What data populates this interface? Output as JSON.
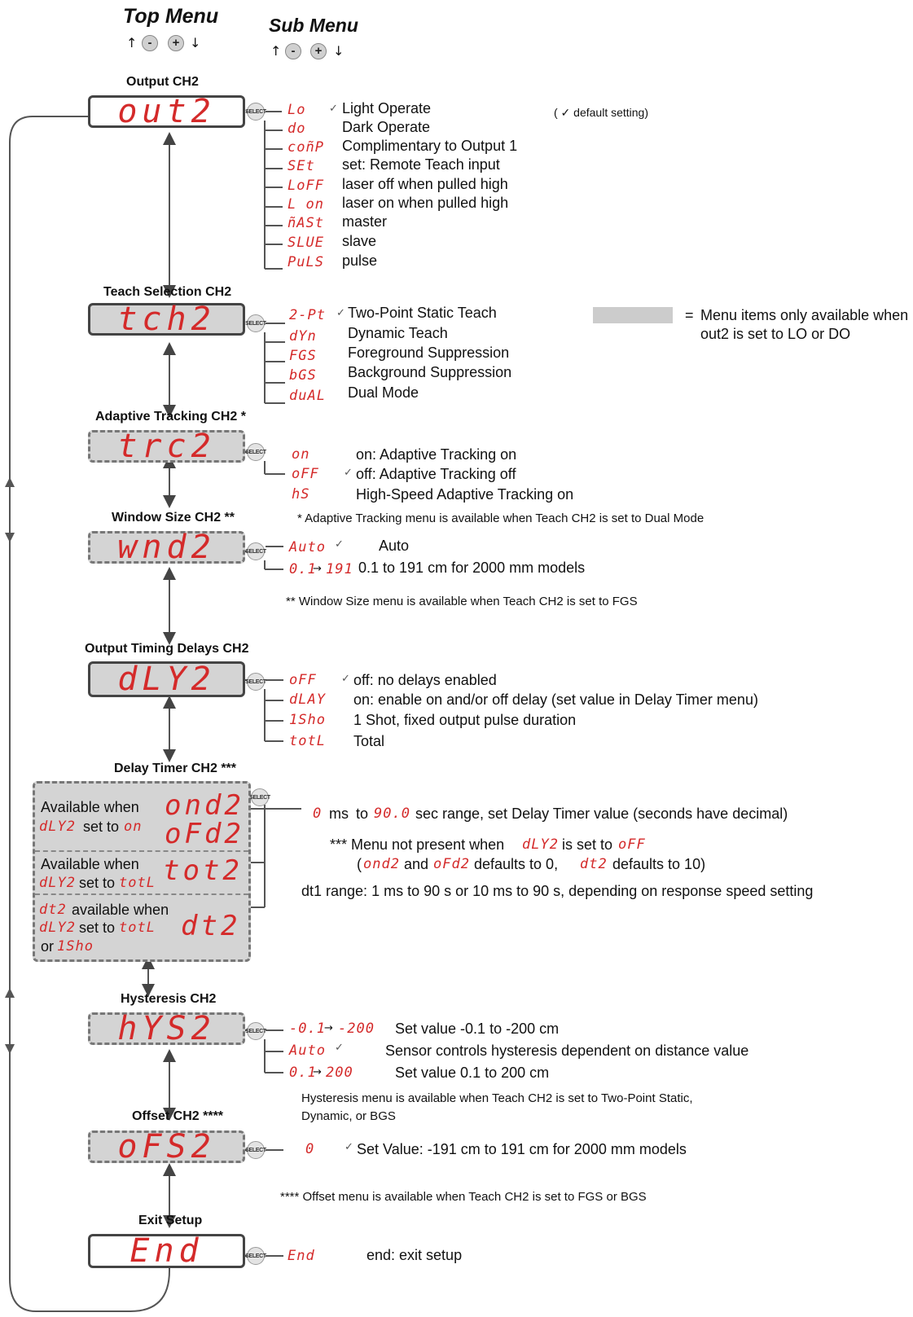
{
  "headers": {
    "top_menu": "Top Menu",
    "sub_menu": "Sub Menu",
    "minus": "-",
    "plus": "+"
  },
  "select_label": "SELECT",
  "default_note": "( ✓ default setting)",
  "legend": {
    "equals": "=",
    "line1": "Menu items only available when",
    "line2": "out2 is set to LO or DO",
    "swatch_color": "#cccccc"
  },
  "colors": {
    "segment": "#d42a2a",
    "grey_box": "#d4d4d4",
    "border": "#444444"
  },
  "menus": {
    "output": {
      "title": "Output CH2",
      "display": "out2",
      "items": [
        {
          "code": "Lo",
          "check": "✓",
          "label": "Light Operate"
        },
        {
          "code": "do",
          "label": "Dark Operate"
        },
        {
          "code": "coñP",
          "label": "Complimentary to Output 1"
        },
        {
          "code": "SEt",
          "label": "set: Remote Teach input"
        },
        {
          "code": "LoFF",
          "label": "laser off when pulled high"
        },
        {
          "code": "L on",
          "label": "laser on when pulled high"
        },
        {
          "code": "ñASt",
          "label": "master"
        },
        {
          "code": "SLUE",
          "label": "slave"
        },
        {
          "code": "PuLS",
          "label": "pulse"
        }
      ]
    },
    "teach": {
      "title": "Teach Selection CH2",
      "display": "tch2",
      "items": [
        {
          "code": "2-Pt",
          "check": "✓",
          "label": "Two-Point Static Teach"
        },
        {
          "code": "dYn",
          "label": "Dynamic Teach"
        },
        {
          "code": "FGS",
          "label": "Foreground Suppression"
        },
        {
          "code": "bGS",
          "label": "Background Suppression"
        },
        {
          "code": "duAL",
          "label": "Dual Mode"
        }
      ]
    },
    "tracking": {
      "title": "Adaptive Tracking CH2 *",
      "display": "trc2",
      "items": [
        {
          "code": "on",
          "label": "on: Adaptive Tracking on"
        },
        {
          "code": "oFF",
          "check": "✓",
          "label": "off: Adaptive Tracking off"
        },
        {
          "code": "hS",
          "label": "High-Speed Adaptive Tracking on"
        }
      ],
      "note": "* Adaptive Tracking menu is available when Teach CH2 is set to Dual Mode"
    },
    "window": {
      "title": "Window Size CH2 **",
      "display": "wnd2",
      "items": [
        {
          "code": "Auto",
          "check": "✓",
          "label": "Auto"
        },
        {
          "code": "0.1",
          "arrow": "→",
          "code2": "191",
          "label": "0.1 to 191 cm for 2000 mm models"
        }
      ],
      "note": "** Window Size menu is available when Teach CH2 is set to FGS"
    },
    "delays": {
      "title": "Output Timing Delays CH2",
      "display": "dLY2",
      "items": [
        {
          "code": "oFF",
          "check": "✓",
          "label": "off: no delays enabled"
        },
        {
          "code": "dLAY",
          "label": "on: enable on and/or off delay (set value in Delay Timer menu)"
        },
        {
          "code": "1Sho",
          "label": "1 Shot, fixed output pulse duration"
        },
        {
          "code": "totL",
          "label": "Total"
        }
      ]
    },
    "timer": {
      "title": "Delay Timer CH2 ***",
      "panel1": {
        "line1": "Available when",
        "code_a": "dLY2",
        "mid": "set to",
        "code_b": "on",
        "disp1": "ond2",
        "disp2": "oFd2"
      },
      "panel2": {
        "line1": "Available when",
        "code_a": "dLY2",
        "mid": "set to",
        "code_b": "totL",
        "disp": "tot2"
      },
      "panel3": {
        "code_dt": "dt2",
        "line1": "available when",
        "code_a": "dLY2",
        "mid": "set to",
        "code_b": "totL",
        "or": "or",
        "code_c": "1Sho",
        "disp": "dt2"
      },
      "range": {
        "code_min": "0",
        "t1": "ms",
        "t2": "to",
        "code_max": "90.0",
        "t3": "sec range, set Delay Timer value (seconds have decimal)"
      },
      "note1": {
        "a": "*** Menu not present when",
        "code": "dLY2",
        "b": "is set to",
        "code2": "oFF"
      },
      "note2": {
        "p1": "(",
        "code1": "ond2",
        "a": "and",
        "code2": "oFd2",
        "b": "defaults to 0,",
        "code3": "dt2",
        "c": "defaults to 10)"
      },
      "note3": "dt1 range: 1 ms to 90 s or 10 ms to 90 s, depending on response speed setting"
    },
    "hysteresis": {
      "title": "Hysteresis CH2",
      "display": "hYS2",
      "items": [
        {
          "code": "-0.1",
          "arrow": "→",
          "code2": "-200",
          "label": "Set value -0.1 to -200 cm"
        },
        {
          "code": "Auto",
          "check": "✓",
          "label": "Sensor controls hysteresis dependent on distance value"
        },
        {
          "code": "0.1",
          "arrow": "→",
          "code2": "200",
          "label": "Set value 0.1 to 200 cm"
        }
      ],
      "note1": "Hysteresis menu is available when Teach CH2 is set to Two-Point Static,",
      "note2": "Dynamic, or BGS"
    },
    "offset": {
      "title": "Offset CH2 ****",
      "display": "oFS2",
      "items": [
        {
          "code": "0",
          "check": "✓",
          "label": "Set Value:   -191 cm to 191 cm for 2000 mm models"
        }
      ],
      "note": "**** Offset menu is available when Teach CH2 is set to FGS or BGS"
    },
    "exit": {
      "title": "Exit Setup",
      "display": "End",
      "items": [
        {
          "code": "End",
          "label": "end: exit setup"
        }
      ]
    }
  }
}
